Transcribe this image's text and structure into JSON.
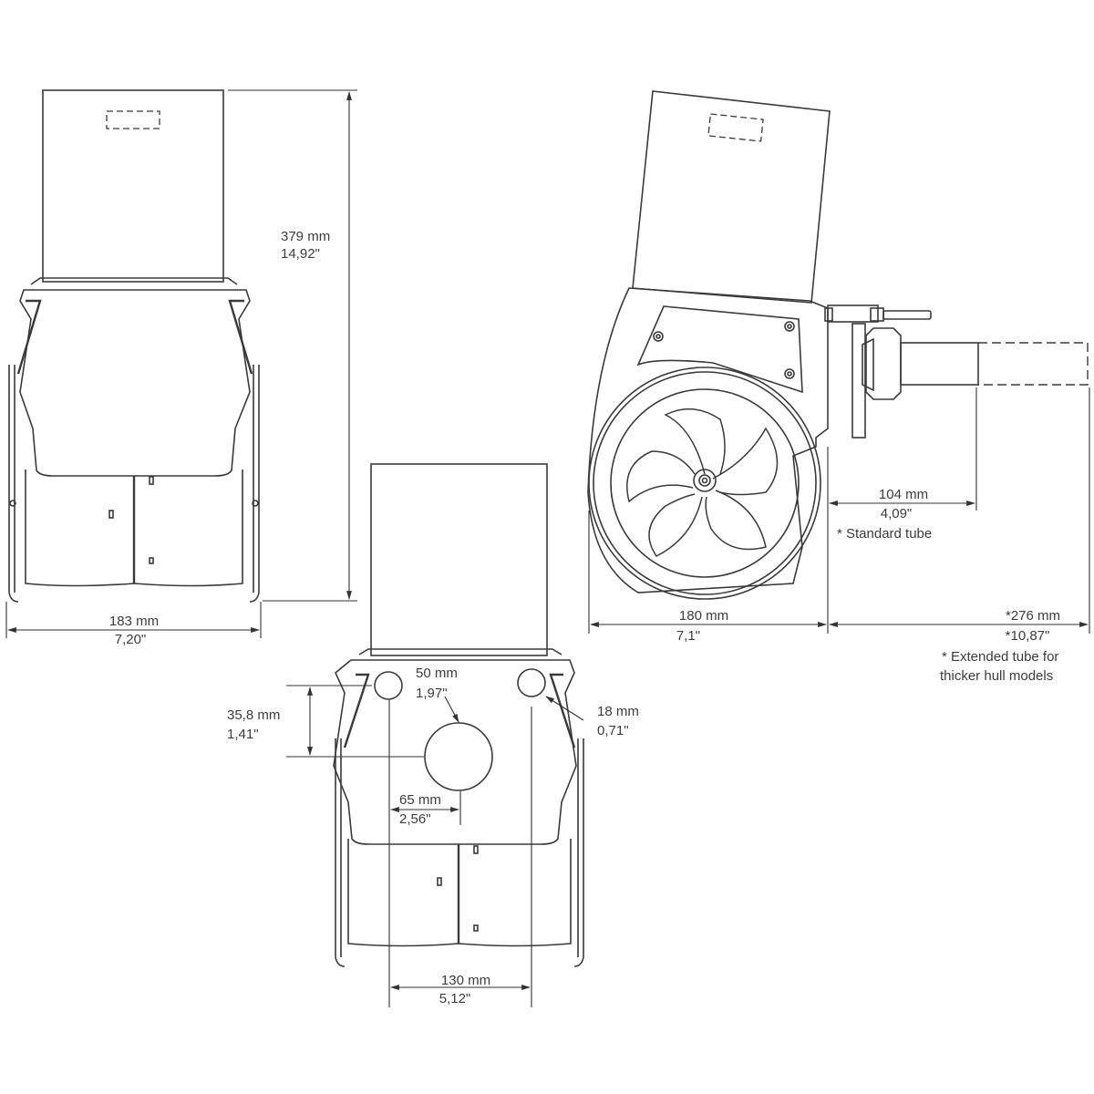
{
  "figure": {
    "type": "technical dimension drawing",
    "views": [
      "front-view",
      "rear-view",
      "side-view"
    ]
  },
  "front_view": {
    "height": {
      "mm": "379 mm",
      "inch": "14,92\""
    },
    "width": {
      "mm": "183 mm",
      "inch": "7,20\""
    }
  },
  "rear_view": {
    "large_hole": {
      "mm": "50 mm",
      "inch": "1,97\""
    },
    "small_hole": {
      "mm": "18 mm",
      "inch": "0,71\""
    },
    "vertical_offset": {
      "mm": "35,8 mm",
      "inch": "1,41\""
    },
    "horizontal_offset": {
      "mm": "65 mm",
      "inch": "2,56\""
    },
    "hole_spacing": {
      "mm": "130 mm",
      "inch": "5,12\""
    }
  },
  "side_view": {
    "body_width": {
      "mm": "180 mm",
      "inch": "7,1\""
    },
    "standard_tube": {
      "mm": "104 mm",
      "inch": "4,09\"",
      "note": "* Standard tube"
    },
    "extended_tube": {
      "mm": "*276 mm",
      "inch": "*10,87\"",
      "note_line1": "* Extended tube for",
      "note_line2": "thicker hull models"
    }
  },
  "colors": {
    "line": "#3a3a3a",
    "text": "#3c3c3c",
    "background": "#ffffff"
  }
}
